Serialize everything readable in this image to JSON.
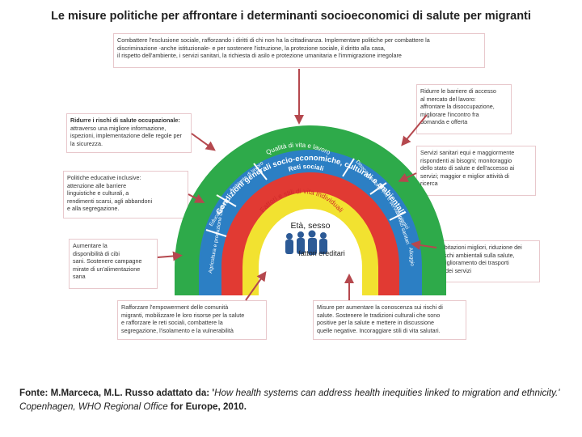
{
  "title": "Le misure politiche per affrontare i determinanti socioeconomici di salute per migranti",
  "boxes": {
    "top": [
      "Combattere l'esclusione sociale, rafforzando i diritti di chi non ha la cittadinanza. Implementare politiche per combattere la",
      "discriminazione -anche istituzionale- e per sostenere l'istruzione, la protezione sociale, il diritto alla casa,",
      "il rispetto dell'ambiente, i servizi sanitari, la richiesta di asilo e protezione umanitaria e l'immigrazione irregolare"
    ],
    "occupational": [
      "Ridurre i rischi di salute occupazionale:",
      "attraverso una migliore informazione,",
      "ispezioni, implementazione delle regole per",
      "la sicurezza."
    ],
    "education": [
      "Politiche educative inclusive:",
      "attenzione alle barriere",
      "linguistiche e culturali, a",
      "rendimenti scarsi, agli abbandoni",
      "e alla segregazione."
    ],
    "food": [
      "Aumentare la",
      "disponibilità di cibi",
      "sani. Sostenere campagne",
      "mirate di un'alimentazione",
      "sana"
    ],
    "community": [
      "Rafforzare l'empowerment delle comunità",
      "migranti, mobilizzare le loro risorse per la salute",
      "e rafforzare le reti sociali, combattere la",
      "segregazione, l'isolamento e la vulnerabilità"
    ],
    "knowledge": [
      "Misure per aumentare la conoscenza sui rischi di",
      "salute. Sostenere le tradizioni culturali che sono",
      "positive per la salute e mettere in discussione",
      "quelle negative. Incoraggiare stili di vita salutari."
    ],
    "labour": [
      "Ridurre le barriere di accesso",
      "al mercato del lavoro:",
      "affrontare la disoccupazione,",
      "migliorare l'incontro fra",
      "domanda e offerta"
    ],
    "health_services": [
      "Servizi sanitari equi e maggiormente",
      "rispondenti ai bisogni; monitoraggio",
      "dello stato di salute e dell'accesso ai",
      "servizi; maggior e miglior attività di",
      "ricerca"
    ],
    "housing": [
      "Abitazioni migliori, riduzione dei",
      "rischi ambientali sulla salute,",
      "miglioramento dei trasporti",
      "e dei servizi"
    ]
  },
  "rainbow": {
    "outer": "Condizioni generali socio-economiche, culturali e ambientali",
    "living": "Qualità di vita e lavoro",
    "social": "Reti sociali",
    "lifestyle": "Fattori e stili di vita individuali",
    "core_top": "Età, sesso",
    "core_bottom": "fattori ereditari",
    "sectors": [
      "Agricoltura e produzione cibo",
      "Educazione",
      "Ambiente di lavoro",
      "Disoccupazione",
      "Acqua e servizi igienici",
      "Servizi sanitari",
      "Alloggio"
    ]
  },
  "caption": {
    "prefix": "Fonte: M.Marceca, M.L. Russo adattato da: '",
    "work": "How health systems can address health inequities linked to migration and ethnicity.'  Copenhagen, WHO Regional Office",
    "suffix": " for Europe, 2010."
  },
  "colors": {
    "green": "#2eaa4a",
    "blue": "#2c7fc4",
    "red": "#e13a33",
    "yellow": "#f2e230",
    "arrow": "#b5484e"
  }
}
